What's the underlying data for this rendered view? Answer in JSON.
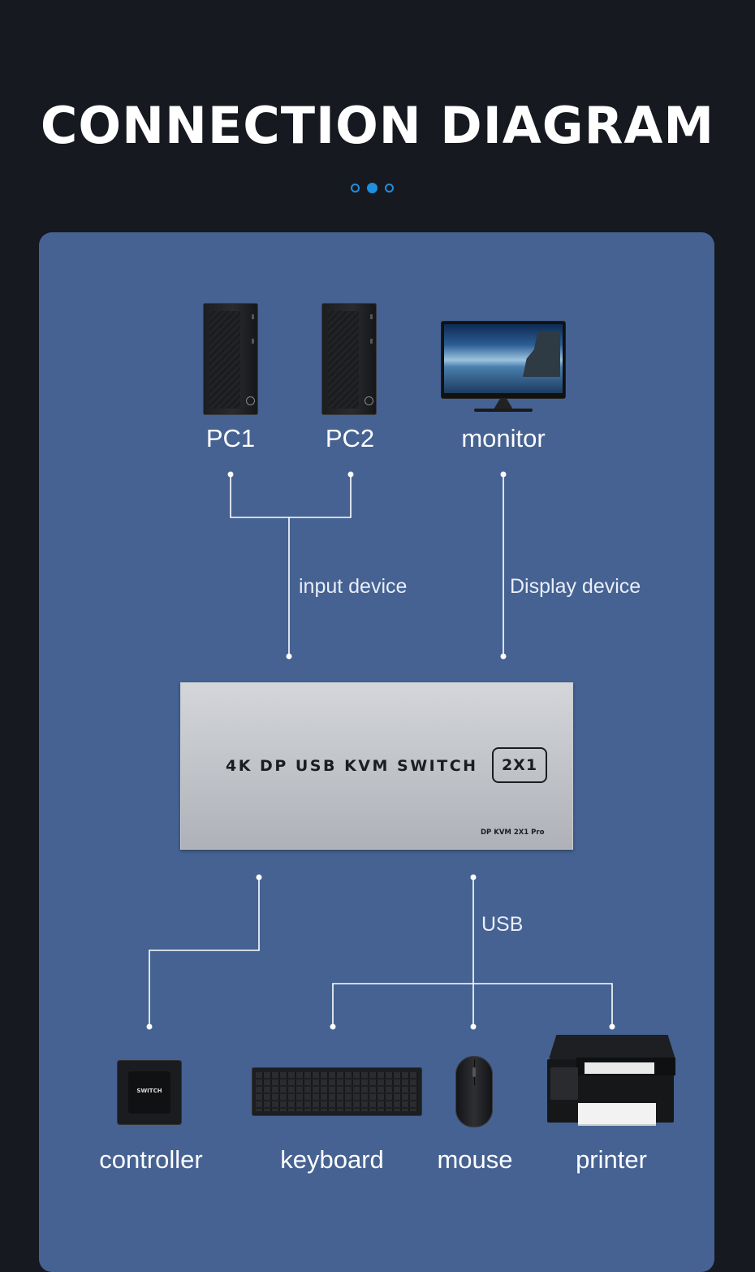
{
  "title": "CONNECTION DIAGRAM",
  "pager": {
    "total": 3,
    "active_index": 1,
    "accent_color": "#1f8fe0"
  },
  "colors": {
    "background": "#161920",
    "panel": "#456292",
    "line": "#ffffff"
  },
  "top_devices": {
    "pc1": {
      "label": "PC1",
      "icon": "pc-tower-icon"
    },
    "pc2": {
      "label": "PC2",
      "icon": "pc-tower-icon"
    },
    "monitor": {
      "label": "monitor",
      "icon": "monitor-icon"
    }
  },
  "connections": {
    "input": "input device",
    "display": "Display device",
    "usb": "USB"
  },
  "kvm_switch": {
    "name": "4K DP USB KVM SWITCH",
    "badge": "2X1",
    "model": "DP KVM 2X1 Pro"
  },
  "bottom_devices": {
    "controller": {
      "label": "controller",
      "icon": "switch-controller-icon",
      "text": "SWITCH"
    },
    "keyboard": {
      "label": "keyboard",
      "icon": "keyboard-icon"
    },
    "mouse": {
      "label": "mouse",
      "icon": "mouse-icon"
    },
    "printer": {
      "label": "printer",
      "icon": "printer-icon"
    }
  }
}
